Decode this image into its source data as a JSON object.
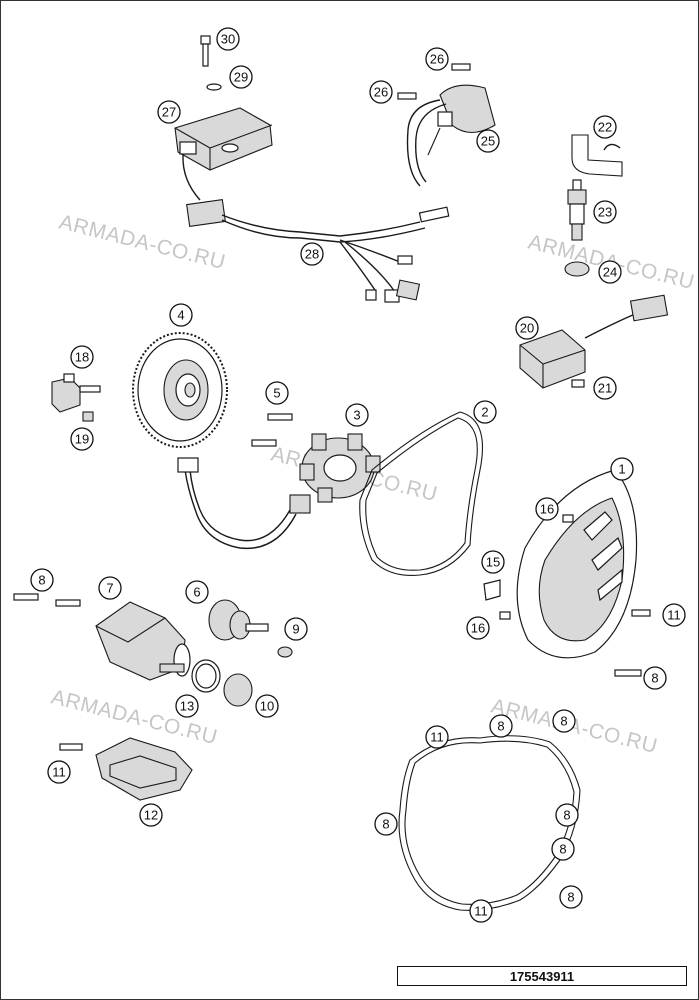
{
  "watermark": "ARMADA-CO.RU",
  "reference_number": "175543911",
  "callouts": [
    "30",
    "29",
    "27",
    "26",
    "26",
    "25",
    "22",
    "23",
    "24",
    "28",
    "4",
    "18",
    "19",
    "5",
    "3",
    "2",
    "20",
    "21",
    "1",
    "16",
    "15",
    "16",
    "11",
    "8",
    "7",
    "6",
    "9",
    "8",
    "13",
    "10",
    "11",
    "12",
    "11",
    "8",
    "8",
    "8",
    "8",
    "8",
    "11",
    "8"
  ]
}
